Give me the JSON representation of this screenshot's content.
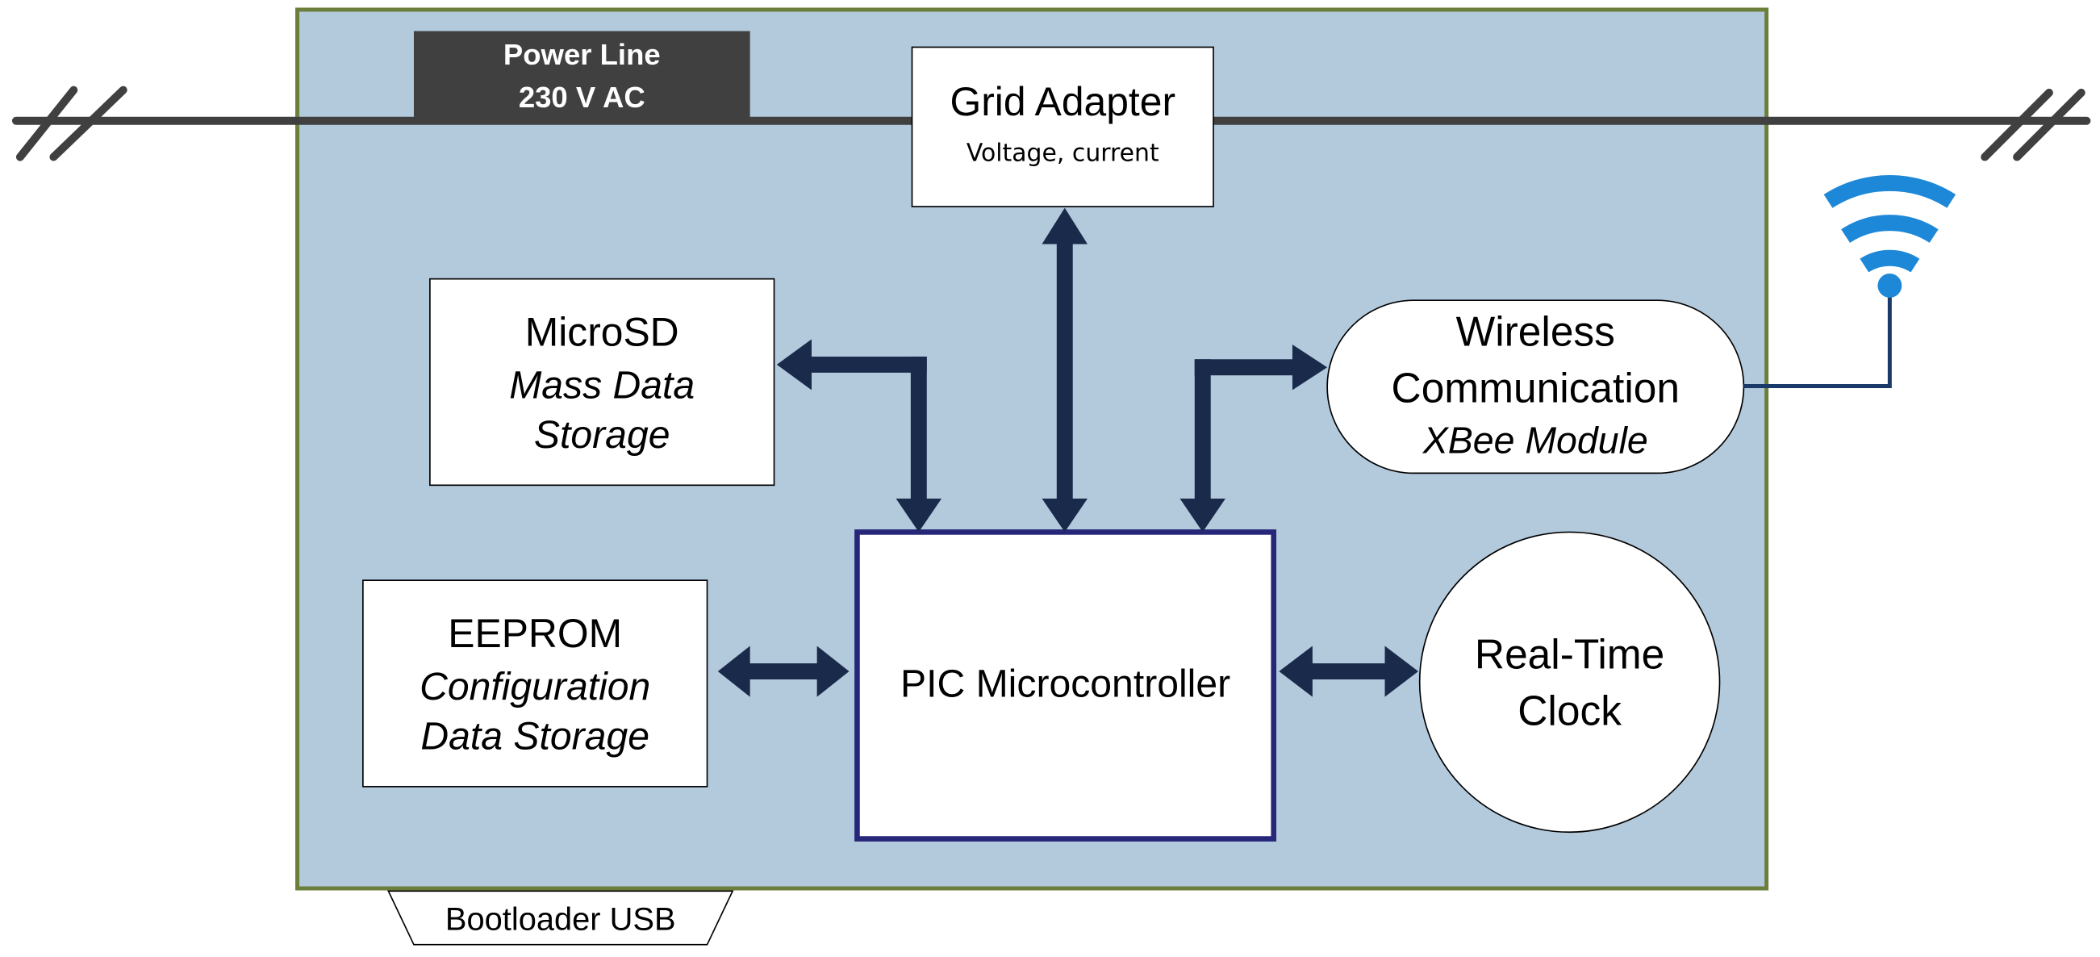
{
  "diagram": {
    "type": "block-diagram",
    "power_line": {
      "title": "Power Line",
      "subtitle": "230 V AC"
    },
    "blocks": {
      "grid_adapter": {
        "title": "Grid Adapter",
        "subtitle": "Voltage, current"
      },
      "microsd": {
        "title": "MicroSD",
        "subtitle_line1": "Mass Data",
        "subtitle_line2": "Storage"
      },
      "eeprom": {
        "title": "EEPROM",
        "subtitle_line1": "Configuration",
        "subtitle_line2": "Data Storage"
      },
      "pic": {
        "title": "PIC Microcontroller"
      },
      "wireless": {
        "title_line1": "Wireless",
        "title_line2": "Communication",
        "subtitle": "XBee Module"
      },
      "rtc": {
        "title_line1": "Real-Time",
        "title_line2": "Clock"
      }
    },
    "bootloader": {
      "label": "Bootloader USB"
    },
    "connections": [
      {
        "from": "PIC Microcontroller",
        "to": "Grid Adapter",
        "direction": "bidirectional"
      },
      {
        "from": "PIC Microcontroller",
        "to": "MicroSD",
        "direction": "bidirectional"
      },
      {
        "from": "PIC Microcontroller",
        "to": "Wireless Communication",
        "direction": "bidirectional"
      },
      {
        "from": "PIC Microcontroller",
        "to": "EEPROM",
        "direction": "bidirectional"
      },
      {
        "from": "PIC Microcontroller",
        "to": "Real-Time Clock",
        "direction": "bidirectional"
      },
      {
        "from": "Wireless Communication",
        "to": "wifi-antenna",
        "direction": "line"
      }
    ],
    "colors": {
      "board_fill": "#b3c9dc",
      "board_border": "#6b7f3a",
      "power_line": "#404040",
      "arrow": "#1a2a4a",
      "pic_border": "#27277a",
      "wifi": "#1e88d8"
    }
  }
}
